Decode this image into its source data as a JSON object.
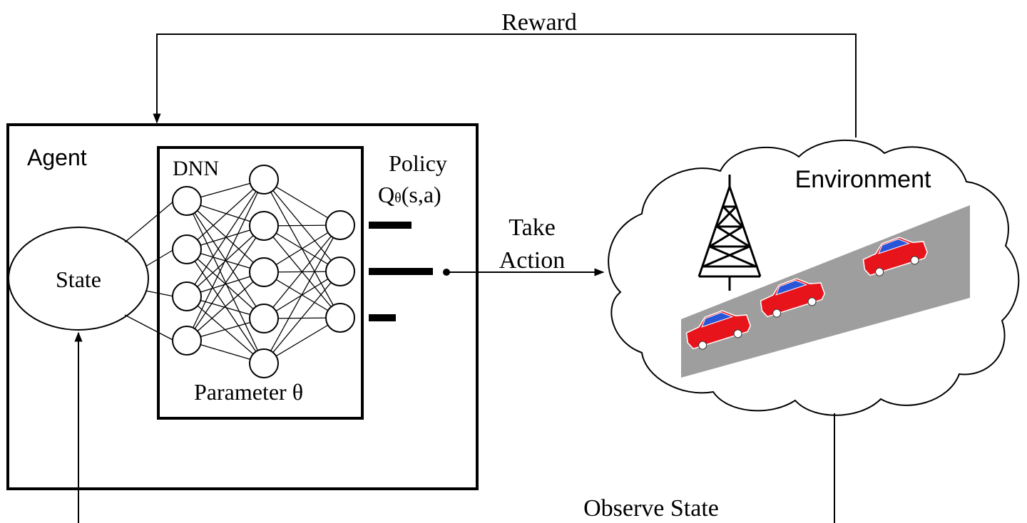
{
  "labels": {
    "reward": "Reward",
    "agent": "Agent",
    "dnn": "DNN",
    "policy_line1": "Policy",
    "policy_q": "Q",
    "policy_sub": "θ",
    "policy_args": "(s,a)",
    "state": "State",
    "parameter": "Parameter θ",
    "take": "Take",
    "action": "Action",
    "environment": "Environment",
    "observe_state": "Observe State"
  },
  "network": {
    "layers": [
      4,
      5,
      3
    ],
    "output_bar_lengths": [
      60,
      90,
      38
    ]
  },
  "colors": {
    "line": "#000000",
    "road": "#9e9e9e",
    "car_body": "#e8141c",
    "car_window": "#2a55d6"
  },
  "icons": {
    "tower": "radio-tower-icon",
    "car": "car-icon",
    "cloud": "cloud-shape"
  }
}
